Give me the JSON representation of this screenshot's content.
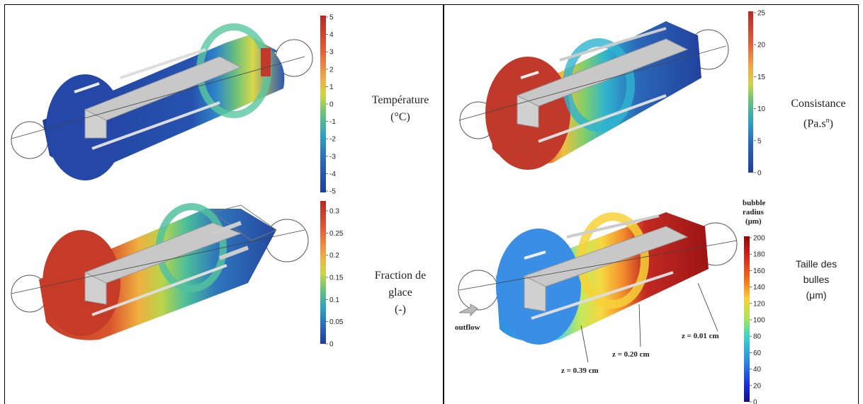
{
  "panels": {
    "temperature": {
      "title_line1": "Température",
      "title_line2": "(°C)",
      "ticks": [
        "5",
        "4",
        "3",
        "2",
        "1",
        "0",
        "-1",
        "-2",
        "-3",
        "-4",
        "-5"
      ]
    },
    "ice": {
      "title_line1": "Fraction de",
      "title_line2": "glace",
      "title_line3": "(-)",
      "ticks": [
        "0.3",
        "0.25",
        "0.2",
        "0.15",
        "0.1",
        "0.05",
        "0"
      ]
    },
    "consistency": {
      "title_line1": "Consistance",
      "title_line2_base": "(Pa.s",
      "title_line2_sup": "n",
      "title_line2_end": ")",
      "ticks": [
        "25",
        "20",
        "15",
        "10",
        "5",
        "0"
      ]
    },
    "bubbles": {
      "legend_title_1": "bubble",
      "legend_title_2": "radius",
      "legend_title_3": "(μm)",
      "ticks": [
        "200",
        "180",
        "160",
        "140",
        "120",
        "100",
        "80",
        "60",
        "40",
        "20",
        "0"
      ],
      "title_line1": "Taille des",
      "title_line2": "bulles",
      "title_line3": "(μm)",
      "outflow": "outflow",
      "z1": "z = 0.39 cm",
      "z2": "z = 0.20 cm",
      "z3": "z = 0.01 cm"
    }
  },
  "colors": {
    "blue": "#2447a0",
    "red": "#c23a2a",
    "gray": "#c8c8c8"
  }
}
